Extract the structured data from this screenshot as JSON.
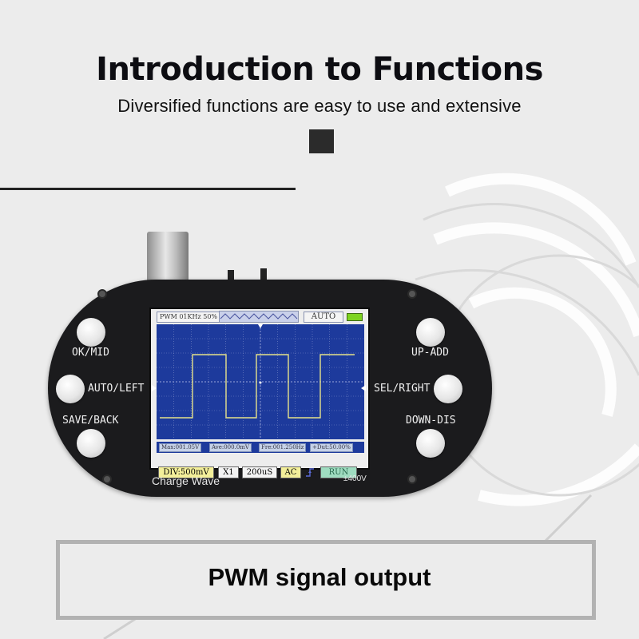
{
  "header": {
    "title": "Introduction to Functions",
    "subtitle": "Diversified functions are easy to use and extensive"
  },
  "device": {
    "buttons": {
      "ok_mid": "OK/MID",
      "auto_left": "AUTO/LEFT",
      "save_back": "SAVE/BACK",
      "up_add": "UP-ADD",
      "sel_right": "SEL/RIGHT",
      "down_dis": "DOWN-DIS"
    },
    "charge_label": "Charge Wave",
    "voltage_label": "±400V"
  },
  "screen": {
    "pwm_status": "PWM 01KHz 50%",
    "mode": "AUTO",
    "measurements": {
      "max": "Max:001.05V",
      "ave": "Ave:000.0mV",
      "fre": "Fre:001.250Hz",
      "dut": "+Dut:50.00%"
    },
    "bottom_bar": {
      "div": "DIV:500mV",
      "probe": "X1",
      "timebase": "200uS",
      "coupling": "AC",
      "run": "RUN"
    }
  },
  "banner": {
    "text": "PWM signal output"
  },
  "colors": {
    "background": "#ececec",
    "device_body": "#1b1b1d",
    "screen_bg": "#1d3a9c",
    "waveform": "#e6e28a",
    "grid": "#7d8cc8",
    "div_chip": "#f3ef9a",
    "run_chip": "#9fdcc0",
    "battery": "#7ed321"
  }
}
